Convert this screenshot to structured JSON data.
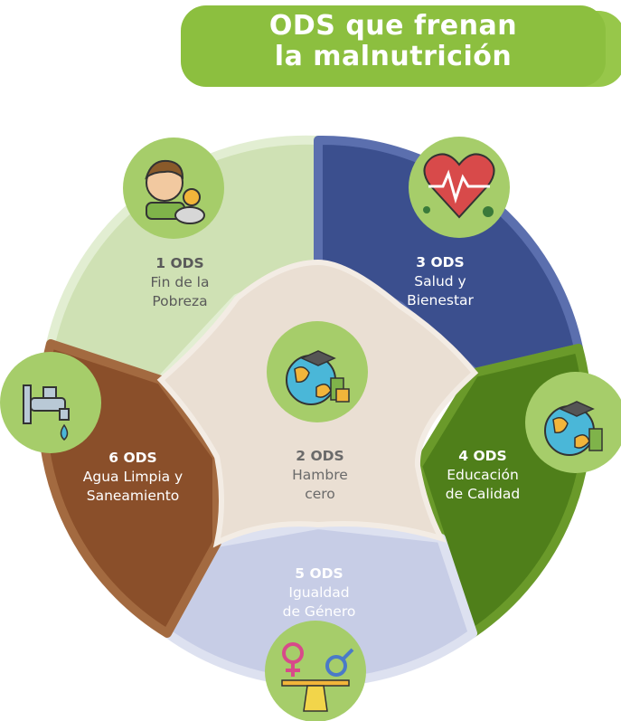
{
  "title": {
    "line1": "ODS que frenan",
    "line2": "la malnutrición"
  },
  "colors": {
    "banner": "#97c74a",
    "seg1": "#cfe1b4",
    "seg3": "#3b4f8e",
    "seg4": "#4f7f1a",
    "seg5": "#c7cde6",
    "seg6": "#8a4f2a",
    "star": "#eadfd3",
    "icon_bg": "#a6cd6a"
  },
  "segments": [
    {
      "number": "1 ODS",
      "line1": "Fin de la",
      "line2": "Pobreza",
      "icon": "child-poverty-icon"
    },
    {
      "number": "3 ODS",
      "line1": "Salud y",
      "line2": "Bienestar",
      "icon": "heart-health-icon"
    },
    {
      "number": "4 ODS",
      "line1": "Educación",
      "line2": "de Calidad",
      "icon": "globe-education-icon"
    },
    {
      "number": "5 ODS",
      "line1": "Igualdad",
      "line2": "de Género",
      "icon": "gender-equality-icon"
    },
    {
      "number": "6 ODS",
      "line1": "Agua Limpia y",
      "line2": "Saneamiento",
      "icon": "water-tap-icon"
    }
  ],
  "center": {
    "number": "2 ODS",
    "line1": "Hambre",
    "line2": "cero",
    "icon": "globe-education-icon"
  }
}
